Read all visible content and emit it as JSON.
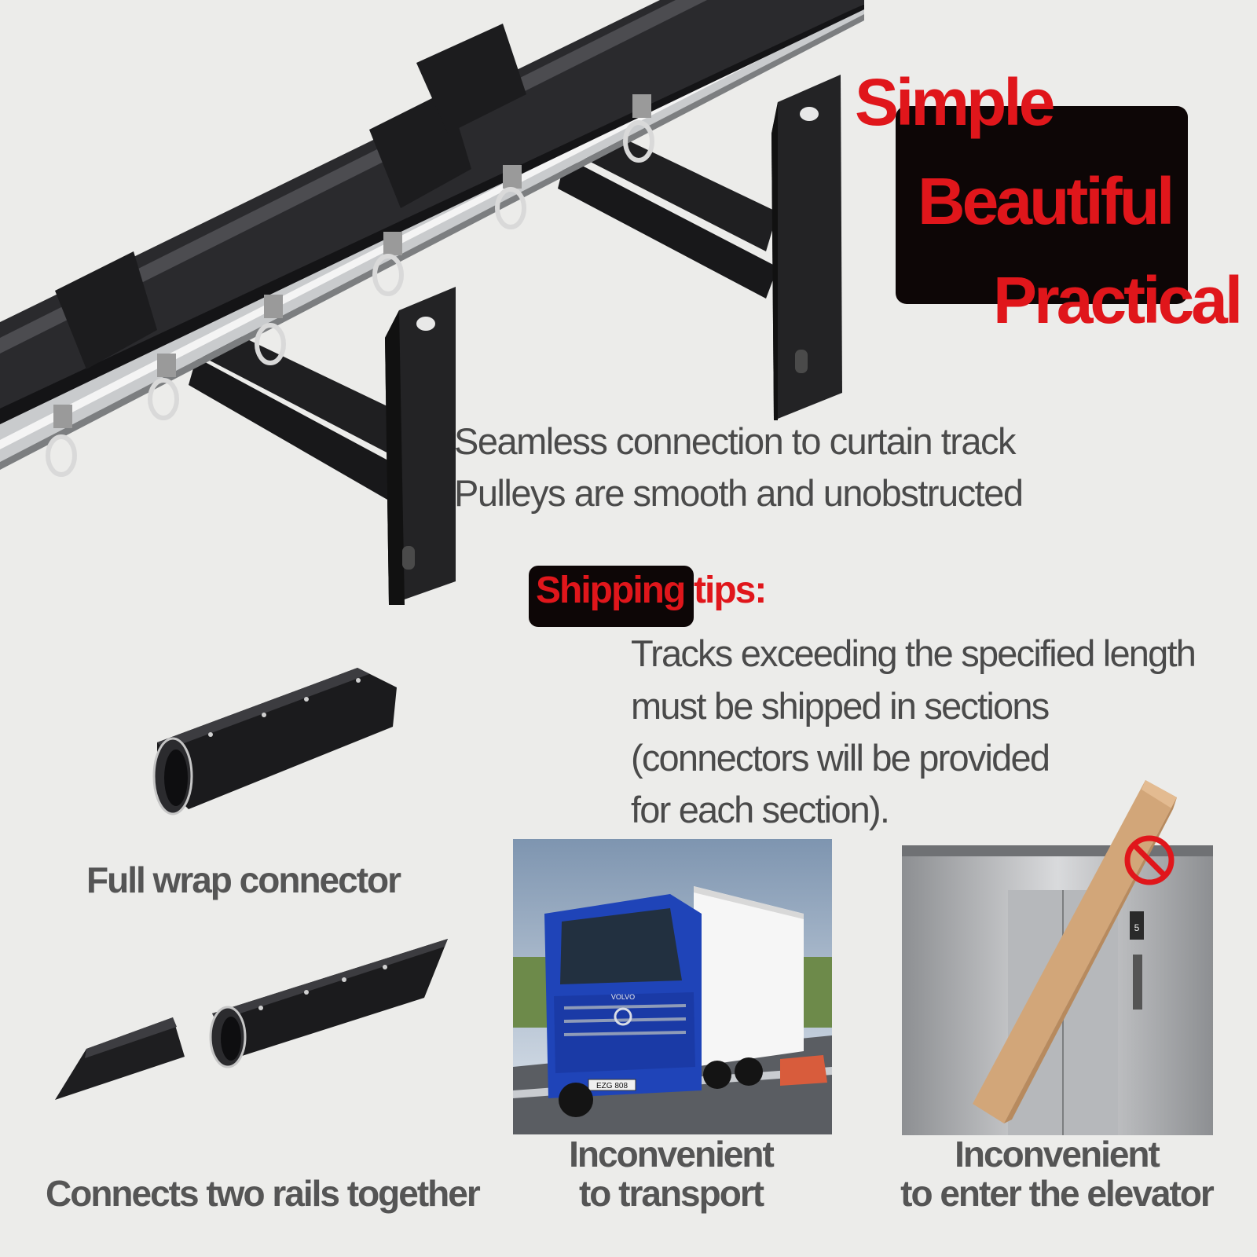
{
  "taglines": [
    "Simple",
    "Beautiful",
    "Practical"
  ],
  "features": [
    "Seamless connection to curtain track",
    "Pulleys are smooth and unobstructed"
  ],
  "shipping": {
    "highlight": "Shipping",
    "suffix": "tips:",
    "lines": [
      "Tracks exceeding the specified length",
      "must be shipped in sections",
      "(connectors will be provided",
      "for each section)."
    ]
  },
  "captions": {
    "full_wrap": "Full wrap connector",
    "two_rails": "Connects two rails together",
    "transport": [
      "Inconvenient",
      "to transport"
    ],
    "elevator": [
      "Inconvenient",
      "to enter the elevator"
    ]
  },
  "truck": {
    "plate": "EZG 808",
    "brand": "VOLVO"
  },
  "elevator": {
    "floor": "5"
  },
  "colors": {
    "accent_red": "#e0161b",
    "badge_black": "#0d0606",
    "text_gray": "#4a4a4a"
  }
}
